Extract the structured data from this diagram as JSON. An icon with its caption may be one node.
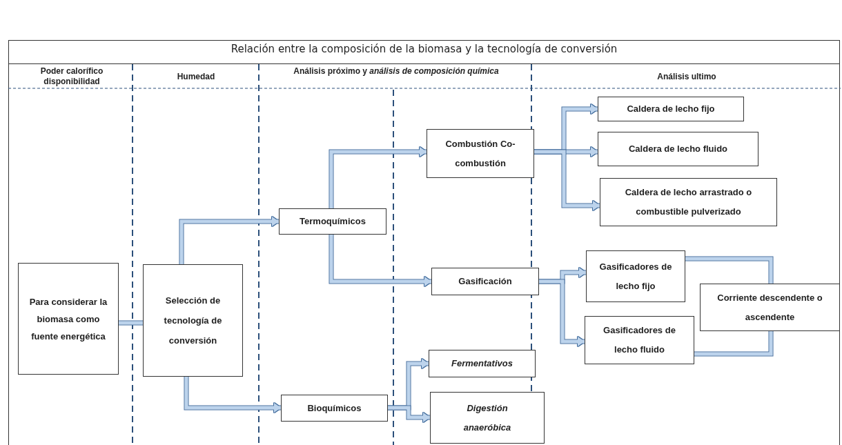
{
  "diagram": {
    "title": "Relación entre la composición de la biomasa y la tecnología de conversión",
    "nodes": [
      {
        "text": [
          "Para considerar la biomasa como fuente energética"
        ]
      },
      {
        "text": [
          "Selección de tecnología de conversión"
        ]
      },
      {
        "text": [
          "Termoquímicos"
        ]
      },
      {
        "text": [
          "Bioquímicos"
        ]
      },
      {
        "text": [
          "Combustión Co-combustión"
        ]
      },
      {
        "text": [
          "Gasificación"
        ]
      },
      {
        "text": [
          "Fermentativos"
        ]
      },
      {
        "text": [
          "Digestión anaeróbica"
        ]
      },
      {
        "text": [
          "Caldera de lecho fijo"
        ]
      },
      {
        "text": [
          "Caldera de lecho fluido"
        ]
      },
      {
        "text": [
          "Caldera de lecho arrastrado o combustible pulverizado"
        ]
      },
      {
        "text": [
          "Gasificadores de lecho fijo"
        ]
      },
      {
        "text": [
          "Gasificadores de lecho fluido"
        ]
      },
      {
        "text": [
          "Corriente descendente o ascendente"
        ]
      }
    ],
    "edges": [
      {
        "from": 0,
        "to": 1,
        "arrow": "none"
      },
      {
        "from": 1,
        "to": 2,
        "arrow": "to"
      },
      {
        "from": 1,
        "to": 3,
        "arrow": "to"
      },
      {
        "from": 2,
        "to": 4,
        "arrow": "to"
      },
      {
        "from": 2,
        "to": 5,
        "arrow": "to"
      },
      {
        "from": 3,
        "to": 6,
        "arrow": "to"
      },
      {
        "from": 3,
        "to": 7,
        "arrow": "to"
      },
      {
        "from": 4,
        "to": 8,
        "arrow": "to"
      },
      {
        "from": 4,
        "to": 9,
        "arrow": "to"
      },
      {
        "from": 4,
        "to": 10,
        "arrow": "to"
      },
      {
        "from": 5,
        "to": 11,
        "arrow": "to"
      },
      {
        "from": 5,
        "to": 12,
        "arrow": "to"
      },
      {
        "from": 11,
        "to": 13,
        "arrow": "none"
      },
      {
        "from": 12,
        "to": 13,
        "arrow": "none"
      }
    ],
    "labels": [
      "Poder calorífico disponibilidad",
      "Humedad",
      "Análisis próximo y *análisis de composición química*",
      "Análisis ultimo"
    ]
  }
}
